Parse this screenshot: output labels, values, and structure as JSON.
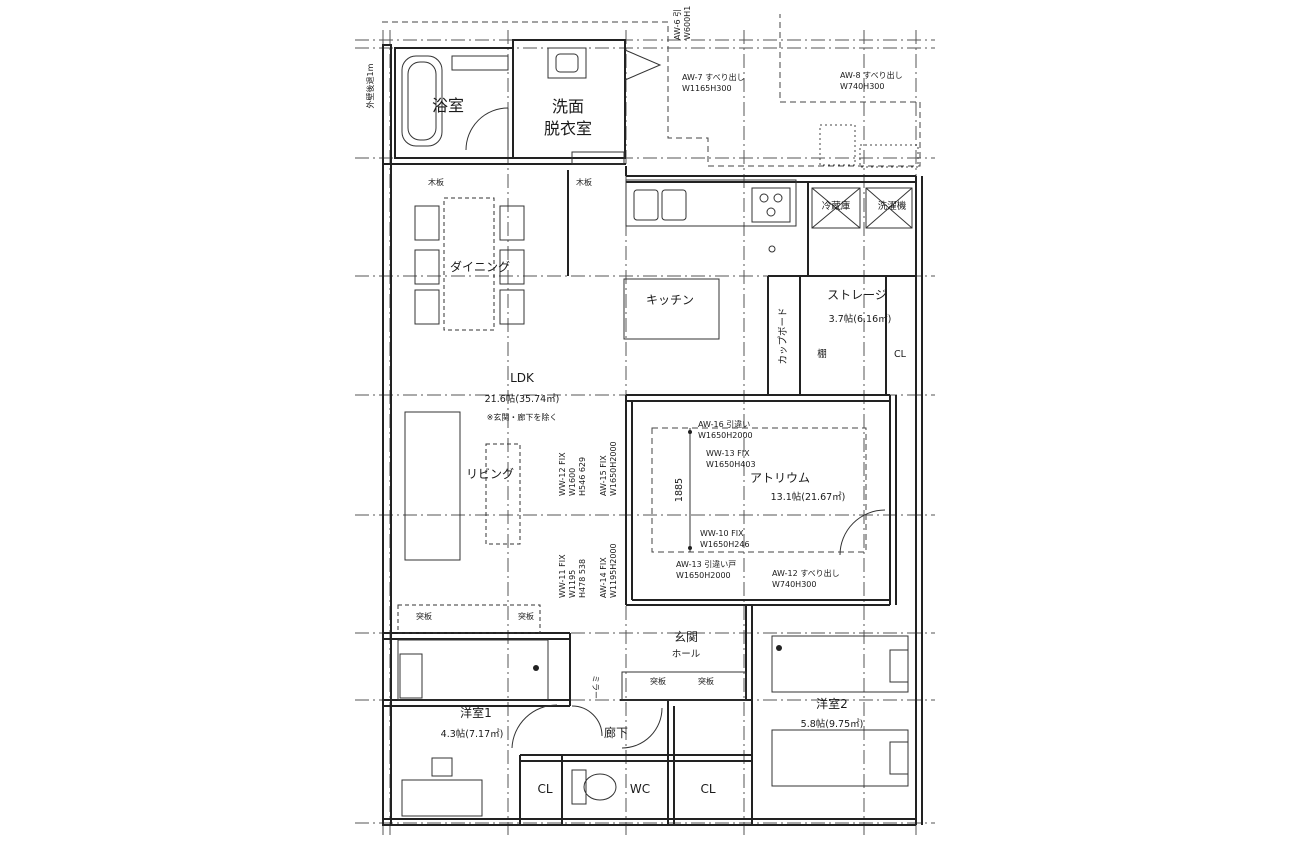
{
  "rooms": {
    "bath": "浴室",
    "washroom_line1": "洗面",
    "washroom_line2": "脱衣室",
    "dining": "ダイニング",
    "kitchen": "キッチン",
    "storage": "ストレージ",
    "storage_area": "3.7帖(6.16㎡)",
    "cupboard": "カップボード",
    "shelf": "棚",
    "cl_storage": "CL",
    "fridge": "冷蔵庫",
    "washer": "洗濯機",
    "ldk": "LDK",
    "ldk_area": "21.6帖(35.74㎡)",
    "ldk_note": "※玄関・廊下を除く",
    "living": "リビング",
    "atrium": "アトリウム",
    "atrium_area": "13.1帖(21.67㎡)",
    "entrance_line1": "玄関",
    "entrance_line2": "ホール",
    "room1": "洋室1",
    "room1_area": "4.3帖(7.17㎡)",
    "room2": "洋室2",
    "room2_area": "5.8帖(9.75㎡)",
    "corridor": "廊下",
    "wc": "WC",
    "cl_room1": "CL",
    "cl_room2": "CL"
  },
  "notes": {
    "wood_board_1": "木板",
    "wood_board_2": "木板",
    "ledge_1": "突板",
    "ledge_2": "突板",
    "ledge_3": "突板",
    "ledge_4": "突板",
    "mirror": "ミラー",
    "exterior_wall": "外壁後退1m",
    "dimension_1885": "1885"
  },
  "windows": {
    "aw6": [
      "AW-6 引",
      "W600H1"
    ],
    "aw7": [
      "AW-7 すべり出し",
      "W1165H300"
    ],
    "aw8": [
      "AW-8 すべり出し",
      "W740H300"
    ],
    "aw16": [
      "AW-16 引違い",
      "W1650H2000"
    ],
    "ww13": [
      "WW-13 FIX",
      "W1650H403"
    ],
    "ww10": [
      "WW-10 FIX",
      "W1650H246"
    ],
    "aw13": [
      "AW-13 引違い戸",
      "W1650H2000"
    ],
    "aw12": [
      "AW-12 すべり出し",
      "W740H300"
    ],
    "ww12": [
      "WW-12 FIX",
      "W1600",
      "H546 629"
    ],
    "aw15": [
      "AW-15 FIX",
      "W1650H2000"
    ],
    "ww11": [
      "WW-11 FIX",
      "W1195",
      "H478 538"
    ],
    "aw14": [
      "AW-14 FIX",
      "W1195H2000"
    ]
  }
}
